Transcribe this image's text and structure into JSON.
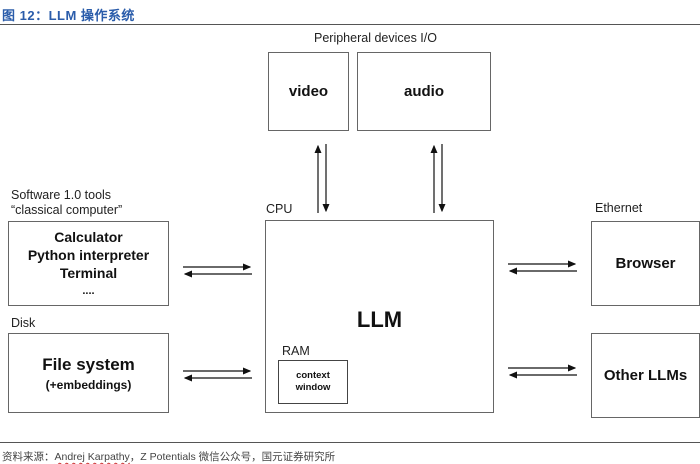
{
  "figure_title": "图 12：LLM 操作系统",
  "peripheral_label": "Peripheral devices I/O",
  "video_box": "video",
  "audio_box": "audio",
  "cpu_label": "CPU",
  "llm_box": "LLM",
  "ram_label": "RAM",
  "context_window": [
    "context",
    "window"
  ],
  "software_label": [
    "Software 1.0 tools",
    "“classical computer”"
  ],
  "tools_box": [
    "Calculator",
    "Python interpreter",
    "Terminal",
    "...."
  ],
  "disk_label": "Disk",
  "file_system_box": [
    "File system",
    "(+embeddings)"
  ],
  "ethernet_label": "Ethernet",
  "browser_box": "Browser",
  "other_llms_box": "Other LLMs",
  "source": {
    "prefix": "资料来源：",
    "author": "Andrej Karpathy",
    "rest": "，Z Potentials 微信公众号，国元证券研究所"
  },
  "colors": {
    "title": "#2a5caa",
    "border": "#666666",
    "rule": "#555555"
  }
}
